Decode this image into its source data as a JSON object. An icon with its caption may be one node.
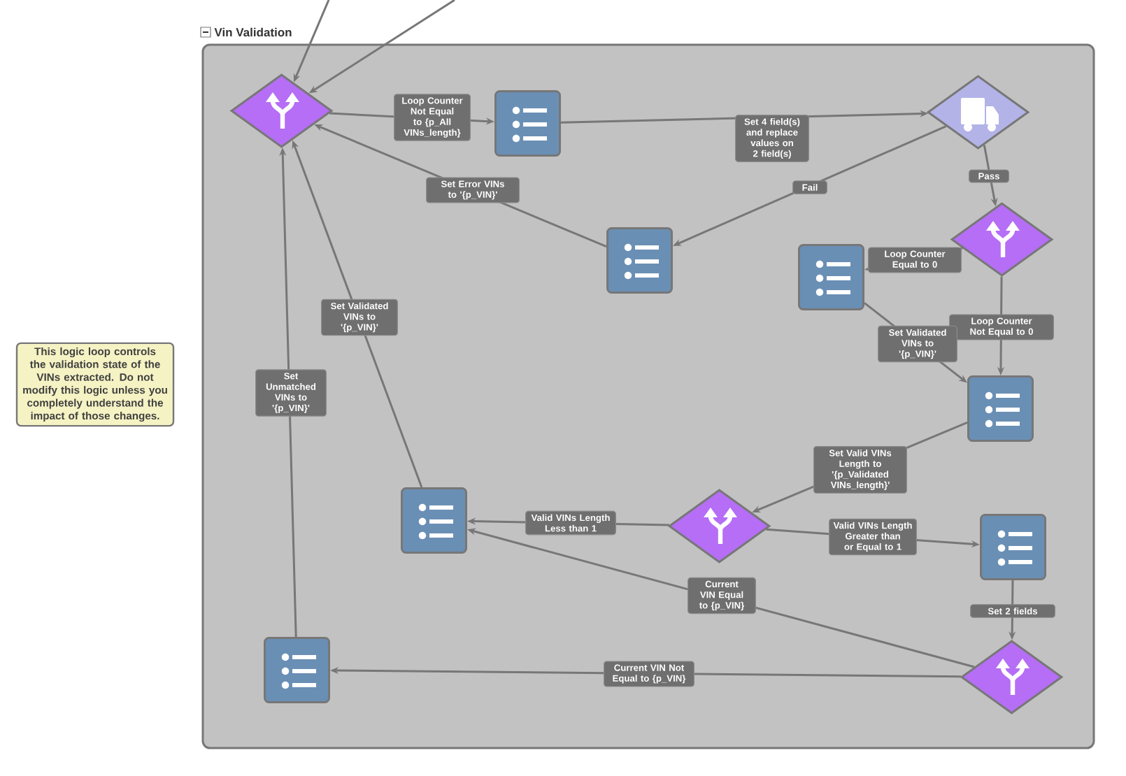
{
  "diagram": {
    "nodes": [
      {
        "text": [
          "Vin Validation"
        ]
      },
      {
        "text": [],
        "shape": "diamond",
        "in": 0
      },
      {
        "text": [],
        "shape": "box",
        "in": 0
      },
      {
        "text": [],
        "shape": "diamond",
        "in": 0
      },
      {
        "text": [],
        "shape": "box",
        "in": 0
      },
      {
        "text": [],
        "shape": "diamond",
        "in": 0
      },
      {
        "text": [],
        "shape": "box",
        "in": 0
      },
      {
        "text": [],
        "shape": "box",
        "in": 0
      },
      {
        "text": [],
        "shape": "diamond",
        "in": 0
      },
      {
        "text": [],
        "shape": "box",
        "in": 0
      },
      {
        "text": [],
        "shape": "box",
        "in": 0
      },
      {
        "text": [],
        "shape": "diamond",
        "in": 0
      },
      {
        "text": [],
        "shape": "box",
        "in": 0
      },
      {
        "text": [
          "This logic loop controls the validation state of the VINs extracted. Do not modify this logic unless you completely understand the impact of those changes."
        ]
      }
    ],
    "edges": [
      {
        "from": null,
        "to": 1,
        "arrow": "to"
      },
      {
        "from": null,
        "to": 1,
        "arrow": "to"
      },
      {
        "from": 1,
        "to": 2,
        "arrow": "to",
        "label": "Loop Counter Not Equal to {p_All VINs_length}"
      },
      {
        "from": 2,
        "to": 3,
        "arrow": "to",
        "label": "Set 4 field(s) and replace values on 2 field(s)"
      },
      {
        "from": 3,
        "to": 4,
        "arrow": "to",
        "label": "Fail"
      },
      {
        "from": 3,
        "to": 5,
        "arrow": "to",
        "label": "Pass"
      },
      {
        "from": 4,
        "to": 1,
        "arrow": "to",
        "label": "Set Error VINs to '{p_VIN}'"
      },
      {
        "from": 5,
        "to": 6,
        "arrow": "to",
        "label": "Loop Counter Equal to 0"
      },
      {
        "from": 5,
        "to": 7,
        "arrow": "to",
        "label": "Loop Counter Not Equal to 0"
      },
      {
        "from": 6,
        "to": 7,
        "arrow": "to",
        "label": "Set Validated VINs to '{p_VIN}'"
      },
      {
        "from": 7,
        "to": 8,
        "arrow": "to",
        "label": "Set Valid VINs Length to '{p_Validated VINs_length}'"
      },
      {
        "from": 8,
        "to": 9,
        "arrow": "to",
        "label": "Valid VINs Length Less than 1"
      },
      {
        "from": 8,
        "to": 10,
        "arrow": "to",
        "label": "Valid VINs Length Greater than or Equal to 1"
      },
      {
        "from": 10,
        "to": 11,
        "arrow": "to",
        "label": "Set 2 fields"
      },
      {
        "from": 11,
        "to": 9,
        "arrow": "to",
        "label": "Current VIN Equal to {p_VIN}"
      },
      {
        "from": 11,
        "to": 12,
        "arrow": "to",
        "label": "Current VIN Not Equal to {p_VIN}"
      },
      {
        "from": 9,
        "to": 1,
        "arrow": "to",
        "label": "Set Validated VINs to '{p_VIN}'"
      },
      {
        "from": 12,
        "to": 1,
        "arrow": "to",
        "label": "Set Unmatched VINs to '{p_VIN}'"
      }
    ]
  }
}
